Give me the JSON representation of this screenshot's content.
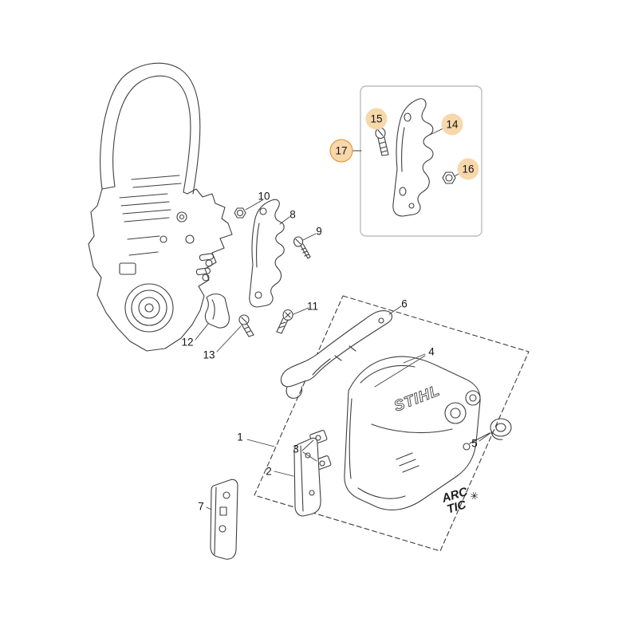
{
  "figure": {
    "type": "exploded-parts-diagram",
    "brand": "STIHL",
    "arctic_line1": "ARC",
    "arctic_line2": "TIC",
    "snowflake": "✳"
  },
  "callouts": {
    "c1": "1",
    "c2": "2",
    "c3": "3",
    "c4": "4",
    "c5": "5",
    "c6": "6",
    "c7": "7",
    "c8": "8",
    "c9": "9",
    "c10": "10",
    "c11": "11",
    "c12": "12",
    "c13": "13",
    "c14": "14",
    "c15": "15",
    "c16": "16",
    "c17": "17"
  },
  "colors": {
    "highlight_fill": "#f7d8ab",
    "highlight_ring": "#e8891d",
    "line": "#3f3f3f"
  }
}
